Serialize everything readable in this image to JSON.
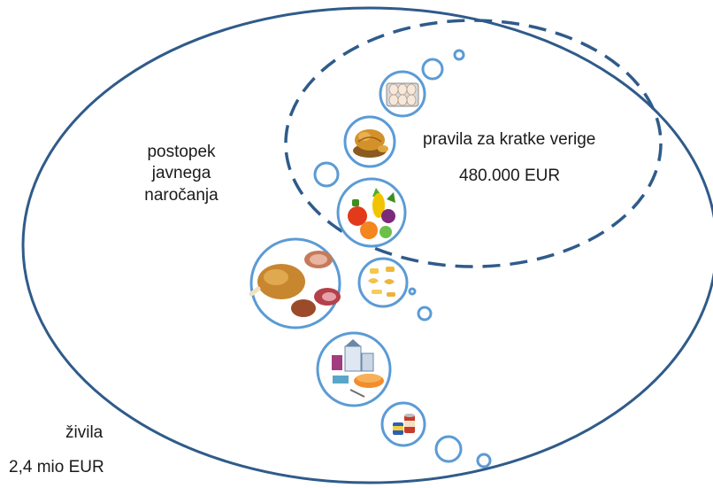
{
  "outer_set": {
    "label": "živila",
    "amount": "2,4 mio EUR"
  },
  "procurement": {
    "lines": [
      "postopek",
      "javnega",
      "naročanja"
    ]
  },
  "short_chain": {
    "label": "pravila za kratke verige",
    "amount": "480.000 EUR"
  },
  "icons": [
    "eggs-icon",
    "bread-icon",
    "fruit-vegetables-icon",
    "meat-poultry-icon",
    "pasta-icon",
    "groceries-dairy-icon",
    "canned-food-icon"
  ],
  "colors": {
    "outline": "#2f5b8a",
    "bubble": "#5b9bd5"
  }
}
